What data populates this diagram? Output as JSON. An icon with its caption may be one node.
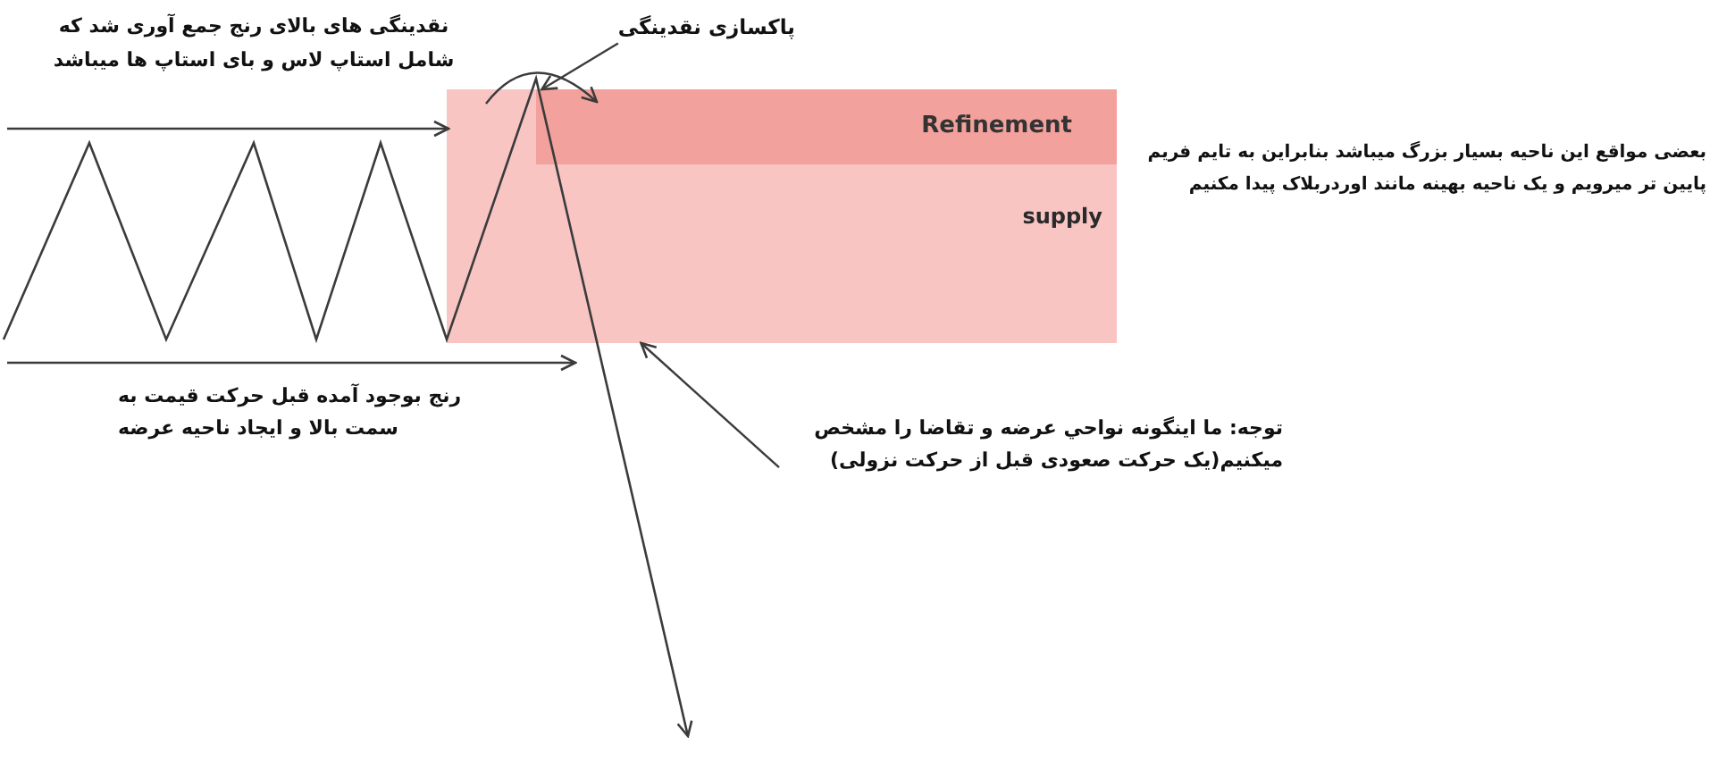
{
  "diagram": {
    "nodes": [
      {
        "text": [
          "پاکسازی نقدینگی"
        ]
      },
      {
        "text": [
          "supply"
        ]
      },
      {
        "text": [
          "Refinement"
        ],
        "in": 1
      },
      {
        "text": [
          "توجه: ما اینگونه نواحي عرضه و تقاضا را مشخص میکنیم(یک حرکت صعودی قبل از حرکت نزولی)"
        ]
      }
    ],
    "edges": [
      {
        "from": 0,
        "to": 2,
        "arrow": "to"
      },
      {
        "from": 3,
        "to": 1,
        "arrow": "to"
      }
    ],
    "labels": [
      "نقدینگی های بالای رنج جمع آوری شد که شامل استاپ لاس و بای استاپ ها میباشد",
      "بعضی مواقع این ناحیه بسیار بزرگ میباشد بنابراین به تایم فریم پایین تر میرویم و یک ناحیه بهینه مانند اوردربلاک پیدا مکنیم",
      "رنج بوجود آمده قبل حرکت قیمت به سمت بالا و ایجاد ناحیه عرضه"
    ]
  }
}
